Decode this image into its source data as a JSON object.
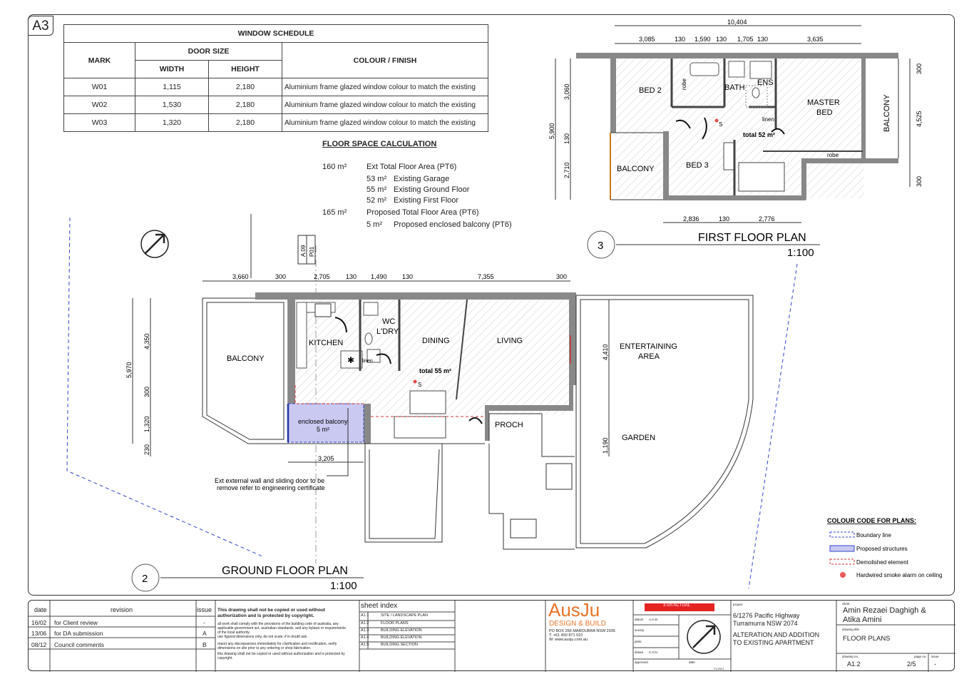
{
  "sheet_size": "A3",
  "window_schedule": {
    "title": "WINDOW SCHEDULE",
    "col_mark": "MARK",
    "col_door_size": "DOOR SIZE",
    "col_width": "WIDTH",
    "col_height": "HEIGHT",
    "col_finish": "COLOUR / FINISH",
    "rows": [
      {
        "mark": "W01",
        "width": "1,115",
        "height": "2,180",
        "finish": "Aluminium frame glazed window colour to match the existing"
      },
      {
        "mark": "W02",
        "width": "1,530",
        "height": "2,180",
        "finish": "Aluminium frame glazed window colour to match the existing"
      },
      {
        "mark": "W03",
        "width": "1,320",
        "height": "2,180",
        "finish": "Aluminium frame glazed window colour to match the existing"
      }
    ]
  },
  "floor_space": {
    "title": "FLOOR SPACE CALCULATION",
    "ext_total_area": "160 m²",
    "ext_total_label": "Ext Total Floor Area (PT6)",
    "garage_area": "53 m²",
    "garage_label": "Existing Garage",
    "ground_area": "55 m²",
    "ground_label": "Existing Ground Floor",
    "first_area": "52 m²",
    "first_label": "Existing First Floor",
    "prop_total_area": "165 m²",
    "prop_total_label": "Proposed Total Floor Area (PT6)",
    "balcony_area": "5 m²",
    "balcony_label": "Proposed enclosed balcony (PT6)"
  },
  "first_floor": {
    "number": "3",
    "title": "FIRST FLOOR PLAN",
    "scale": "1:100",
    "rooms": {
      "bed2": "BED 2",
      "robe1": "robe",
      "bath": "BATH",
      "ens": "ENS",
      "master1": "MASTER",
      "master2": "BED",
      "balcony_r": "BALCONY",
      "balcony_l": "BALCONY",
      "bed3": "BED 3",
      "linen": "linen",
      "robe2": "robe",
      "total": "total 52 m²",
      "smoke": "S"
    },
    "dims": {
      "overall": "10,404",
      "d1": "3,085",
      "d2": "130",
      "d3": "1,590",
      "d4": "130",
      "d5": "1,705",
      "d6": "130",
      "d7": "3,635",
      "v1": "3,060",
      "v2": "130",
      "v3": "2,710",
      "vtot": "5,900",
      "r1": "300",
      "r2": "4,525",
      "r3": "300",
      "b1": "2,836",
      "b2": "130",
      "b3": "2,776"
    }
  },
  "ground_floor": {
    "number": "2",
    "title": "GROUND FLOOR PLAN",
    "scale": "1:100",
    "section_tag_1": "A.09",
    "section_tag_2": "P01",
    "rooms": {
      "balcony": "BALCONY",
      "kitchen": "KITCHEN",
      "wc": "WC",
      "ldry": "L'DRY",
      "dining": "DINING",
      "living": "LIVING",
      "entertaining1": "ENTERTAINING",
      "entertaining2": "AREA",
      "garden": "GARDEN",
      "proch": "PROCH",
      "linen": "linen",
      "total": "total 55 m²",
      "encl1": "enclosed balcony",
      "encl2": "5 m²",
      "smoke": "S"
    },
    "dims": {
      "d1": "3,660",
      "d2": "300",
      "d3": "2,705",
      "d4": "130",
      "d5": "1,490",
      "d6": "130",
      "d7": "7,355",
      "d8": "300",
      "v1": "4,350",
      "v2": "300",
      "v3": "1,320",
      "v4": "230",
      "vtot": "5,970",
      "e1": "4,410",
      "e2": "1,190",
      "bw": "3,205"
    },
    "note_1": "Ext external wall and sliding door to be",
    "note_2": "remove refer to engineering certificate"
  },
  "legend": {
    "title": "COLOUR CODE FOR PLANS:",
    "items": [
      "Boundary line",
      "Proposed structures",
      "Demolished element",
      "Hardwired smoke alarm on ceiling"
    ],
    "colors": {
      "boundary": "#3344cc",
      "proposed": "#c9c9f2",
      "demolished": "#d33333",
      "smoke": "#e85a5a"
    }
  },
  "title_block": {
    "rev_headers": {
      "date": "date",
      "revision": "revision",
      "issue": "issue"
    },
    "revisions": [
      {
        "date": "16/02",
        "revision": "for Client review",
        "issue": "-"
      },
      {
        "date": "13/06",
        "revision": "for DA submission",
        "issue": "A"
      },
      {
        "date": "08/12",
        "revision": "Council comments",
        "issue": "B"
      }
    ],
    "copyright_1": "This drawing shall not be copied or used without",
    "copyright_2": "authorization and is protected by copyright.",
    "notes": [
      "all work shall comply with the provisions of the building code of australia, any",
      "applicable government act, australian standards, and any bylaws or requirements",
      "of the local authority.",
      "use figured dimensions only, do not scale, if in doubt ask.",
      "report any discrepancies immediately for clarification and rectification. verify",
      "dimensions on site prior to any ordering or shop fabrication.",
      "this drawing shall not be copied or used without authorization and is protected by",
      "copyright."
    ],
    "sheet_index_title": "sheet index",
    "sheet_index": [
      {
        "no": "A1.1",
        "name": "SITE / LANDSCAPE PLAN"
      },
      {
        "no": "A1.2",
        "name": "FLOOR PLANS"
      },
      {
        "no": "A1.3",
        "name": "BUILDING ELEVATION"
      },
      {
        "no": "A1.4",
        "name": "BUILDING ELEVATION"
      },
      {
        "no": "A1.5",
        "name": "BUILDING SECTION"
      }
    ],
    "company": "AusJu",
    "company_sub": "DESIGN & BUILD",
    "company_addr": "PO BOX 256 MAROUBRA NSW 2035",
    "company_tel": "T: +61 450 871 010",
    "company_web": "W: www.ausju.com.au",
    "scale_bar": "3 cm ACTUAL",
    "fields": {
      "datum": "datum",
      "datum_val": "A.H.D.",
      "survey": "survey",
      "plots": "plots",
      "drawn": "drawn",
      "drawn_val": "C.CAI",
      "approved": "approved",
      "date": "date",
      "code": "7/1/2021"
    },
    "project_label": "project",
    "project_1": "6/1276 Pacific Highway",
    "project_2": "Turramurra NSW 2074",
    "project_3": "ALTERATION AND ADDITION",
    "project_4": "TO EXISTING APARTMENT",
    "client_label": "client",
    "client_1": "Amin Rezaei Daghigh &",
    "client_2": "Atika Amini",
    "drawing_title_label": "drawing title",
    "drawing_title": "FLOOR PLANS",
    "drawing_no_label": "drawing no.",
    "drawing_no": "A1.2",
    "page_no_label": "page no.",
    "page_no": "2/5",
    "issue_label": "issue",
    "issue_val": "-"
  }
}
